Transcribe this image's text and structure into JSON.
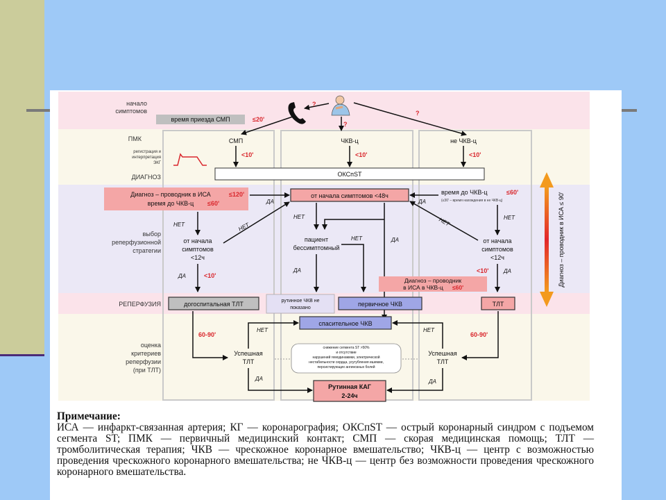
{
  "rows": {
    "onset": [
      "начало",
      "симптомов"
    ],
    "pmk": "ПМК",
    "ecg_note": [
      "регистрация и",
      "интерпретация",
      "ЭКГ"
    ],
    "ecg_icon_label": "ST-elevation",
    "diagnosis": "ДИАГНОЗ",
    "strategy": [
      "выбор",
      "реперфузионной",
      "стратегии"
    ],
    "reperfusion": "РЕПЕРФУЗИЯ",
    "assessment": [
      "оценка",
      "критериев",
      "реперфузии",
      "(при ТЛТ)"
    ]
  },
  "boxes": {
    "ems_time": "время приезда СМП",
    "ems_time_val": "≤20'",
    "col_smp": "СМП",
    "col_pci": "ЧКВ-ц",
    "col_nonpci": "не ЧКВ-ц",
    "t10a": "<10'",
    "t10b": "<10'",
    "t10c": "<10'",
    "oks": "ОКСпST",
    "ira_left_1": "Диагноз – проводник в ИСА",
    "ira_left_1_val": "≤120'",
    "ira_left_2": "время до ЧКВ-ц",
    "ira_left_2_val": "≤60'",
    "onset48": "от начала симптомов <48ч",
    "time_pci": "время до ЧКВ-ц",
    "time_pci_val": "≤60'",
    "time_pci_note": "(≤30' – время нахождения в не ЧКВ-ц)",
    "left_onset": [
      "от начала",
      "симптомов",
      "<12ч"
    ],
    "left_t10": "<10'",
    "asymp": [
      "пациент",
      "бессимптомный"
    ],
    "right_onset": [
      "от начала",
      "симптомов",
      "<12ч"
    ],
    "right_t10": "<10'",
    "ira_right": [
      "Диагноз – проводник",
      "в ИСА в ЧКВ-ц"
    ],
    "ira_right_val": "≤60'",
    "prehosp_tlt": "догоспитальная ТЛТ",
    "routine_not": [
      "рутинное ЧКВ не",
      "показано"
    ],
    "primary_pci": "первичное ЧКВ",
    "tlt": "ТЛТ",
    "rescue_pci": "спасительное ЧКВ",
    "success_left": [
      "Успешная",
      "ТЛТ"
    ],
    "success_right": [
      "Успешная",
      "ТЛТ"
    ],
    "t6090_left": "60-90'",
    "t6090_right": "60-90'",
    "criteria": [
      "снижение сегмента ST >50%",
      "и отсутствие",
      "нарушений гемодинамики, электрической",
      "нестабильности сердца, усугубления ишемии,",
      "персистирующих ангинозных болей"
    ],
    "routine_kag": [
      "Рутинная КАГ",
      "2-24ч"
    ],
    "vertical": "Диагноз – проводник в ИСА ≤ 90'"
  },
  "labels": {
    "q": "?",
    "yes": "ДА",
    "no": "НЕТ"
  },
  "note": {
    "title": "Примечание:",
    "body": "ИСА — инфаркт-связанная артерия; КГ — коронарография; ОКСпST — острый коронарный синдром с подъемом сегмента ST; ПМК — первичный медицинский контакт; СМП — скорая медицинская помощь; ТЛТ — тромболитическая терапия; ЧКВ — чрескожное коронарное вмешательство; ЧКВ-ц — центр с возможностью проведения чрескожного коронарного вмешательства; не ЧКВ-ц — центр без возможности проведения чрескожного коронарного вмешательства."
  },
  "colors": {
    "slide_bg": "#9ec9f7",
    "sidebar": "#cbcc9b",
    "band_pink": "#fbe3ea",
    "band_lavender": "#ebe8f6",
    "band_cream": "#faf7ea",
    "red_box": "#f4a6a6",
    "blue_box": "#9fa6e6",
    "gray_box": "#bfbfbf",
    "red_text": "#d9262c",
    "orange": "#f39a1e"
  },
  "icons": [
    "phone-icon",
    "patient-icon",
    "ecg-icon"
  ]
}
